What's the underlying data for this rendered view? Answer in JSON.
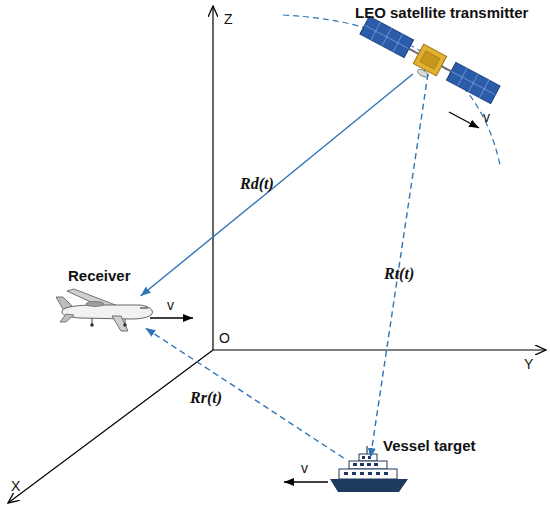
{
  "diagram": {
    "nodes": [
      {
        "text": [
          "LEO satellite transmitter"
        ]
      },
      {
        "text": [
          "Receiver"
        ]
      },
      {
        "text": [
          "Vessel target"
        ]
      }
    ],
    "edges": [
      {
        "from": 0,
        "to": 1,
        "arrow": "to",
        "label": "Rd(t)"
      },
      {
        "from": 0,
        "to": 2,
        "arrow": "to",
        "label": "Rt(t)"
      },
      {
        "from": 2,
        "to": 1,
        "arrow": "to",
        "label": "Rr(t)"
      }
    ],
    "labels": [
      "Z",
      "O",
      "Y",
      "X",
      "v",
      "v",
      "v"
    ]
  }
}
